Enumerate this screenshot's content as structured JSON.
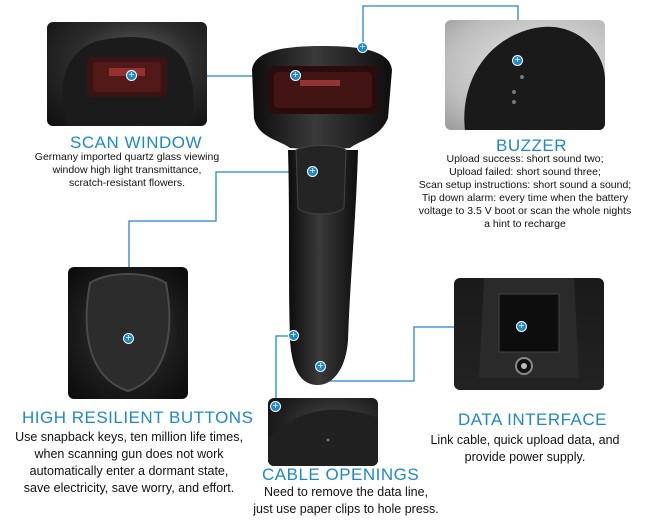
{
  "sections": {
    "scan_window": {
      "title": "SCAN WINDOW",
      "lines": [
        "Germany imported quartz glass viewing",
        "window high light transmittance,",
        "scratch-resistant flowers."
      ]
    },
    "buzzer": {
      "title": "BUZZER",
      "lines": [
        "Upload success: short sound two;",
        "Upload failed: short sound three;",
        "Scan setup instructions: short sound a sound;",
        "Tip down alarm: every time when the battery",
        "voltage to 3.5 V boot or scan the whole nights",
        "a hint to recharge"
      ]
    },
    "high_resilient_buttons": {
      "title": "HIGH RESILIENT BUTTONS",
      "lines": [
        "Use snapback keys, ten million life times,",
        "when scanning gun does not work",
        "automatically enter a dormant state,",
        "save electricity, save worry, and effort."
      ]
    },
    "data_interface": {
      "title": "DATA INTERFACE",
      "lines": [
        "Link cable, quick upload data, and",
        "provide power supply."
      ]
    },
    "cable_openings": {
      "title": "CABLE OPENINGS",
      "lines": [
        "Need to remove the data line,",
        "just use paper clips to hole press."
      ]
    }
  },
  "colors": {
    "accent": "#1e88c8",
    "text": "#111111",
    "device": "#1c1c1c"
  },
  "icons": {
    "marker": "plus-circle-icon"
  }
}
